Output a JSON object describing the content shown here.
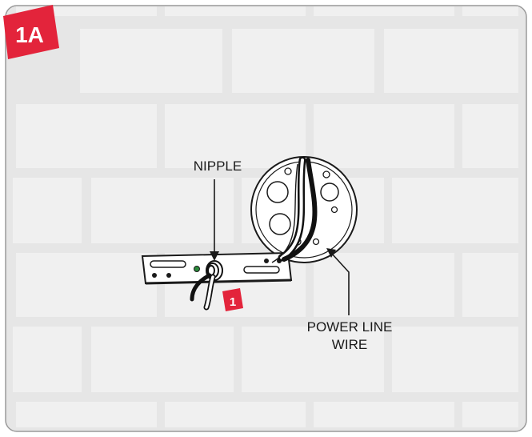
{
  "step_badge": {
    "label": "1A",
    "color": "#e3243b"
  },
  "labels": {
    "nipple": "NIPPLE",
    "power_line_wire_line1": "POWER LINE",
    "power_line_wire_line2": "WIRE"
  },
  "part_marker": {
    "label": "1",
    "color": "#e3243b"
  },
  "colors": {
    "wall_mortar": "#e6e6e6",
    "brick_fill": "#ebebeb",
    "outline": "#1a1a1a",
    "wire_black": "#111111",
    "wire_white": "#ffffff"
  }
}
